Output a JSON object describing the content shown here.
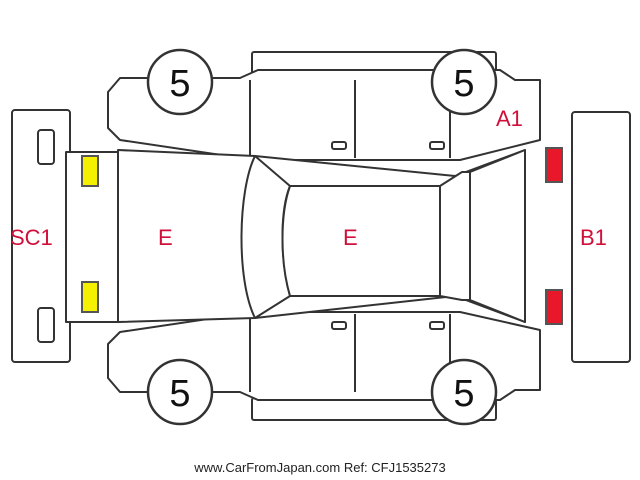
{
  "tire_tread": {
    "front_left": "5",
    "front_right": "5",
    "rear_left": "5",
    "rear_right": "5"
  },
  "damage_codes": {
    "rear_bumper": "SC1",
    "roof_rear": "E",
    "roof_front": "E",
    "front_quarter": "A1",
    "front_bumper": "B1"
  },
  "colors": {
    "damage_label": "#d0103a",
    "light_yellow": "#f5f000",
    "light_red": "#e8182a",
    "outline": "#333333"
  },
  "footer": {
    "watermark": "www.CarFromJapan.com Ref: CFJ1535273"
  }
}
